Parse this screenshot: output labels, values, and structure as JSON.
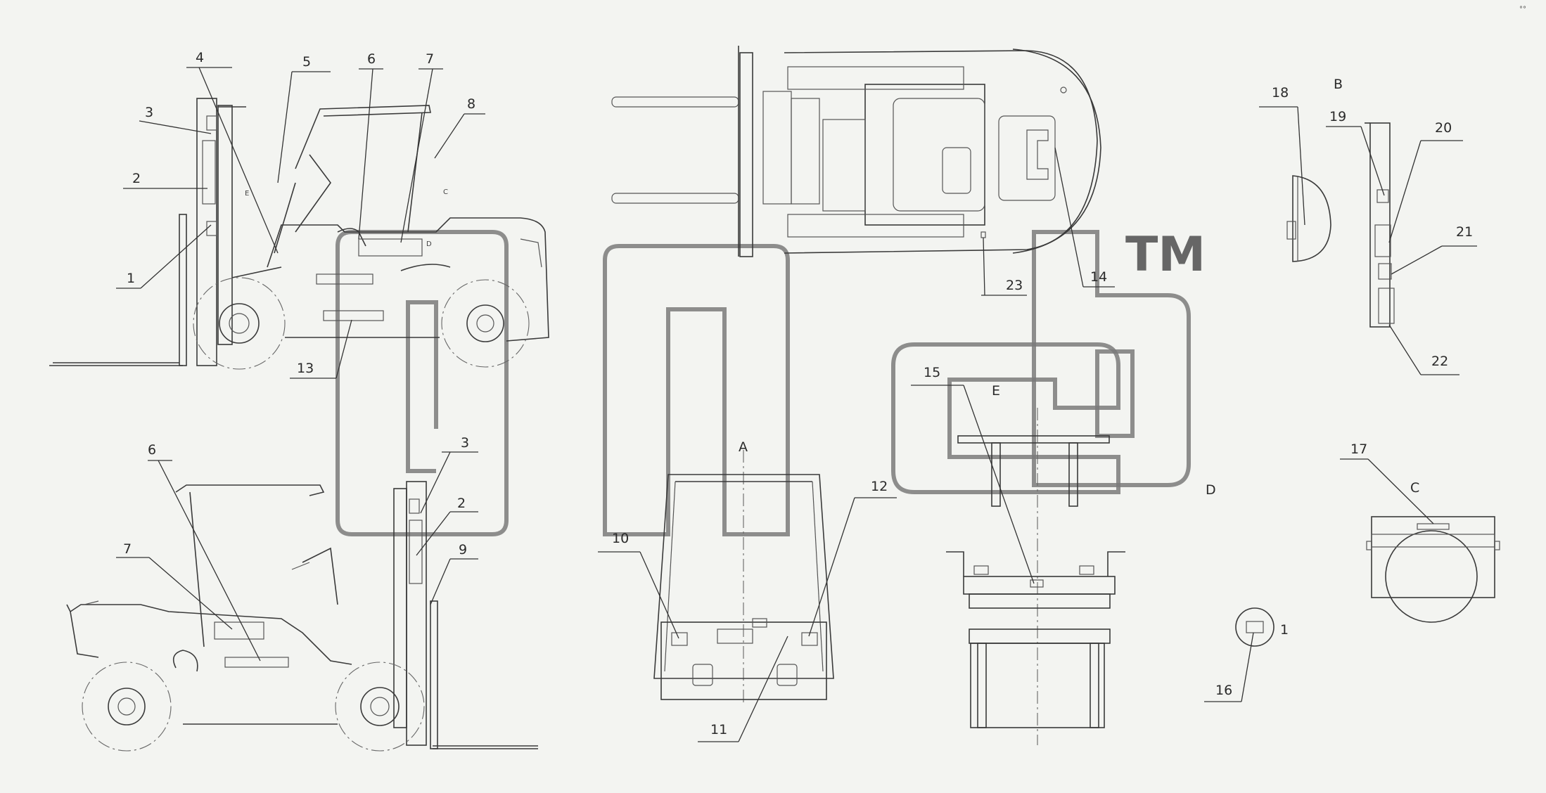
{
  "callouts": [
    {
      "id": "c1",
      "text": "1"
    },
    {
      "id": "c2",
      "text": "2"
    },
    {
      "id": "c3",
      "text": "3"
    },
    {
      "id": "c4",
      "text": "4"
    },
    {
      "id": "c5",
      "text": "5"
    },
    {
      "id": "c6",
      "text": "6"
    },
    {
      "id": "c7",
      "text": "7"
    },
    {
      "id": "c8",
      "text": "8"
    },
    {
      "id": "c13",
      "text": "13"
    },
    {
      "id": "c14",
      "text": "14"
    },
    {
      "id": "c23",
      "text": "23"
    },
    {
      "id": "c18",
      "text": "18"
    },
    {
      "id": "c19",
      "text": "19"
    },
    {
      "id": "c20",
      "text": "20"
    },
    {
      "id": "c21",
      "text": "21"
    },
    {
      "id": "c22",
      "text": "22"
    },
    {
      "id": "c6b",
      "text": "6"
    },
    {
      "id": "c7b",
      "text": "7"
    },
    {
      "id": "c3b",
      "text": "3"
    },
    {
      "id": "c2b",
      "text": "2"
    },
    {
      "id": "c9",
      "text": "9"
    },
    {
      "id": "c10",
      "text": "10"
    },
    {
      "id": "c12",
      "text": "12"
    },
    {
      "id": "c11",
      "text": "11"
    },
    {
      "id": "c15",
      "text": "15"
    },
    {
      "id": "c17",
      "text": "17"
    },
    {
      "id": "c16",
      "text": "16"
    }
  ],
  "views": {
    "b": "B",
    "e": "E",
    "a": "A",
    "d": "D",
    "c": "C",
    "one": "1",
    "small_e": "E",
    "small_c": "C",
    "small_d": "D"
  },
  "watermark": {
    "trademark": "TM"
  },
  "corner_mark": "°°"
}
